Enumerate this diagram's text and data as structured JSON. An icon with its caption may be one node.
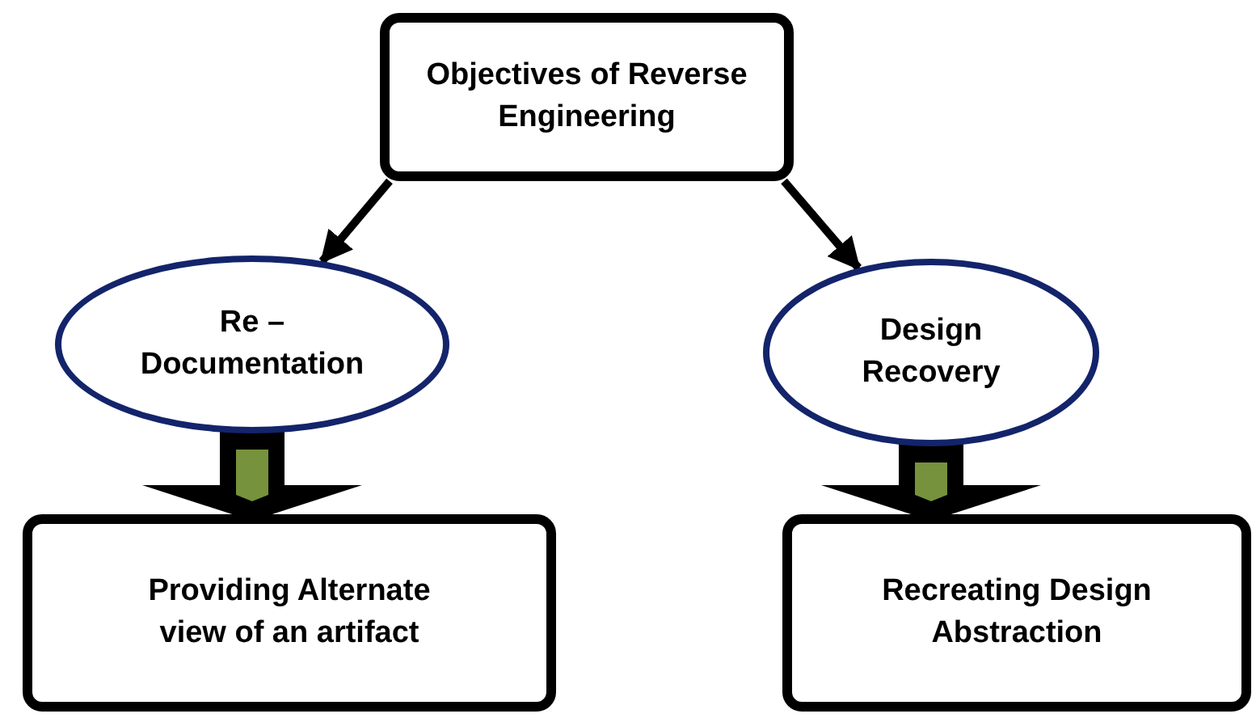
{
  "diagram": {
    "nodes": [
      {
        "text": [
          "Objectives of Reverse Engineering"
        ]
      },
      {
        "text": [
          "Re – Documentation"
        ]
      },
      {
        "text": [
          "Design Recovery"
        ]
      },
      {
        "text": [
          "Providing Alternate view of an artifact"
        ]
      },
      {
        "text": [
          "Recreating Design Abstraction"
        ]
      }
    ],
    "edges": [
      {
        "from": 0,
        "to": 1,
        "arrow": "to"
      },
      {
        "from": 0,
        "to": 2,
        "arrow": "to"
      },
      {
        "from": 1,
        "to": 3,
        "arrow": "to",
        "style": "thick"
      },
      {
        "from": 2,
        "to": 4,
        "arrow": "to",
        "style": "thick"
      }
    ]
  }
}
